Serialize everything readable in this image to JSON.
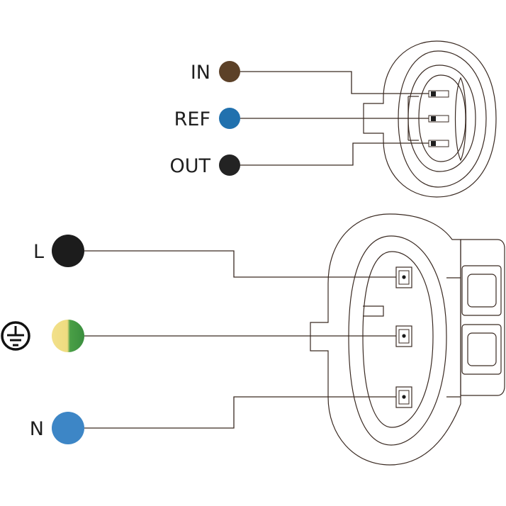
{
  "sensor_connector": {
    "pins": [
      {
        "label": "IN",
        "color": "#5c4128"
      },
      {
        "label": "REF",
        "color": "#2171ae"
      },
      {
        "label": "OUT",
        "color": "#232323"
      }
    ]
  },
  "power_connector": {
    "pins": [
      {
        "label": "L",
        "color": "#1c1c1c"
      },
      {
        "label": "",
        "icon": "protective-earth-icon",
        "color_left": "#f2e08a",
        "color_right": "#3f9a44"
      },
      {
        "label": "N",
        "color": "#3d86c6"
      }
    ]
  }
}
